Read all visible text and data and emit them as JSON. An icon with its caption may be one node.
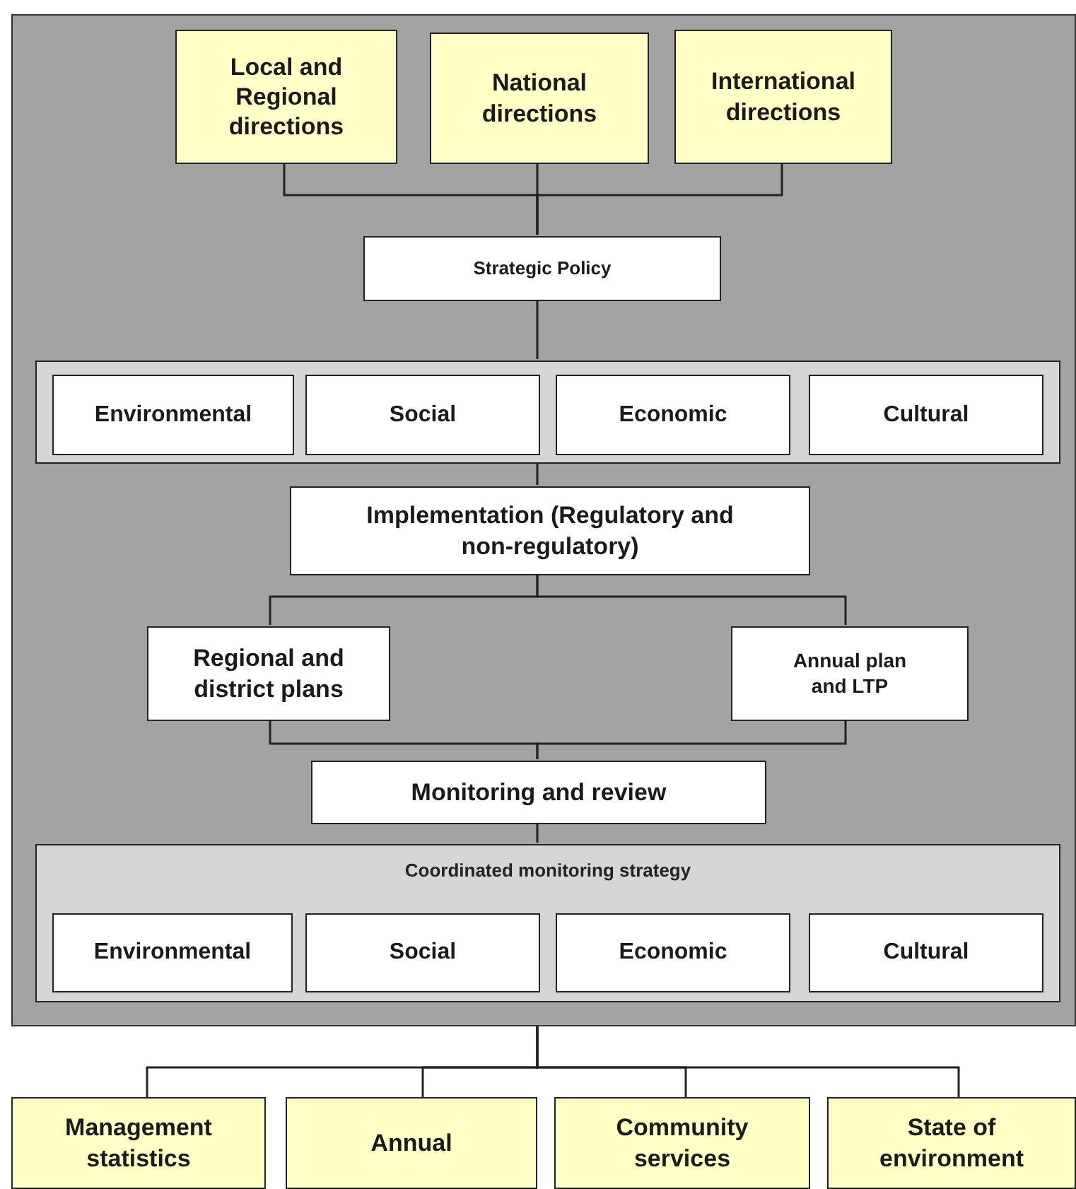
{
  "diagram": {
    "nodes": [
      {
        "text": [],
        "shape": "box"
      },
      {
        "text": [
          "Local and Regional directions"
        ],
        "in": 0
      },
      {
        "text": [
          "National directions"
        ],
        "in": 0
      },
      {
        "text": [
          "International directions"
        ],
        "in": 0
      },
      {
        "text": [
          "Strategic Policy"
        ],
        "in": 0
      },
      {
        "text": [],
        "shape": "box",
        "in": 0
      },
      {
        "text": [
          "Environmental"
        ],
        "in": 5
      },
      {
        "text": [
          "Social"
        ],
        "in": 5
      },
      {
        "text": [
          "Economic"
        ],
        "in": 5
      },
      {
        "text": [
          "Cultural"
        ],
        "in": 5
      },
      {
        "text": [
          "Implementation (Regulatory and non-regulatory)"
        ],
        "in": 0
      },
      {
        "text": [
          "Regional and district plans"
        ],
        "in": 0
      },
      {
        "text": [
          "Annual plan and LTP"
        ],
        "in": 0
      },
      {
        "text": [
          "Monitoring and review"
        ],
        "in": 0
      },
      {
        "text": [
          "Coordinated monitoring strategy"
        ],
        "in": 0
      },
      {
        "text": [
          "Environmental"
        ],
        "in": 14
      },
      {
        "text": [
          "Social"
        ],
        "in": 14
      },
      {
        "text": [
          "Economic"
        ],
        "in": 14
      },
      {
        "text": [
          "Cultural"
        ],
        "in": 14
      },
      {
        "text": [
          "Management statistics"
        ]
      },
      {
        "text": [
          "Annual"
        ]
      },
      {
        "text": [
          "Community services"
        ]
      },
      {
        "text": [
          "State of environment"
        ]
      }
    ],
    "edges": [
      {
        "from": 1,
        "to": 4,
        "arrow": "none"
      },
      {
        "from": 2,
        "to": 4,
        "arrow": "none"
      },
      {
        "from": 3,
        "to": 4,
        "arrow": "none"
      },
      {
        "from": 4,
        "to": 5,
        "arrow": "none"
      },
      {
        "from": 5,
        "to": 10,
        "arrow": "none"
      },
      {
        "from": 10,
        "to": 11,
        "arrow": "none"
      },
      {
        "from": 10,
        "to": 12,
        "arrow": "none"
      },
      {
        "from": 11,
        "to": 13,
        "arrow": "none"
      },
      {
        "from": 12,
        "to": 13,
        "arrow": "none"
      },
      {
        "from": 13,
        "to": 14,
        "arrow": "none"
      },
      {
        "from": 0,
        "to": 19,
        "arrow": "none"
      },
      {
        "from": 0,
        "to": 20,
        "arrow": "none"
      },
      {
        "from": 0,
        "to": 21,
        "arrow": "none"
      },
      {
        "from": 0,
        "to": 22,
        "arrow": "none"
      }
    ]
  }
}
